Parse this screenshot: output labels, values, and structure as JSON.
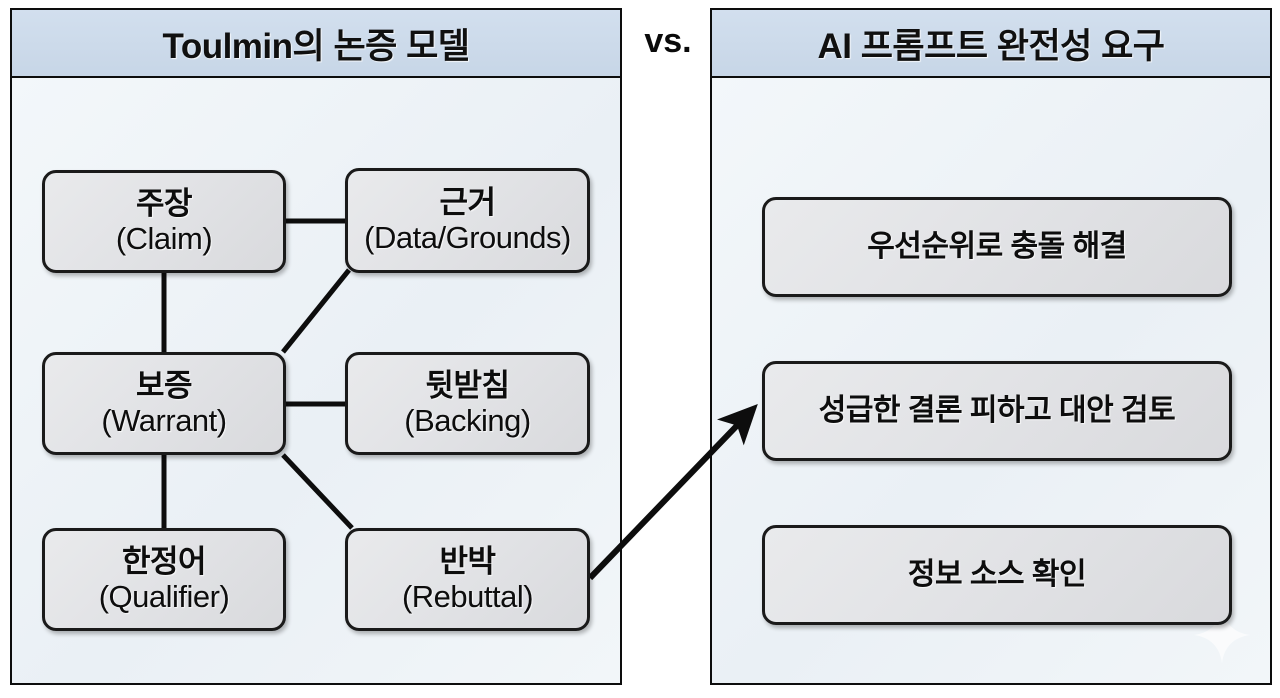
{
  "diagram": {
    "separator_label": "vs.",
    "colors": {
      "panel_header_bg": "#ccd9e8",
      "panel_body_bg": "#eef3f7",
      "node_bg": "#e2e3e6",
      "stroke": "#1a1a1a",
      "text": "#0d0d0d"
    },
    "left_panel": {
      "title": "Toulmin의 논증 모델",
      "nodes": [
        {
          "id": "claim",
          "ko": "주장",
          "en": "(Claim)"
        },
        {
          "id": "data",
          "ko": "근거",
          "en": "(Data/Grounds)"
        },
        {
          "id": "warrant",
          "ko": "보증",
          "en": "(Warrant)"
        },
        {
          "id": "backing",
          "ko": "뒷받침",
          "en": "(Backing)"
        },
        {
          "id": "qualifier",
          "ko": "한정어",
          "en": "(Qualifier)"
        },
        {
          "id": "rebuttal",
          "ko": "반박",
          "en": "(Rebuttal)"
        }
      ]
    },
    "right_panel": {
      "title": "AI 프롬프트 완전성 요구",
      "nodes": [
        {
          "id": "priority",
          "label": "우선순위로 충돌 해결"
        },
        {
          "id": "alternative",
          "label": "성급한 결론 피하고 대안 검토"
        },
        {
          "id": "source",
          "label": "정보 소스 확인"
        }
      ]
    },
    "connections": [
      {
        "from": "claim",
        "to": "data",
        "style": "elbow"
      },
      {
        "from": "claim",
        "to": "warrant",
        "style": "vertical"
      },
      {
        "from": "data",
        "to": "warrant",
        "style": "diagonal"
      },
      {
        "from": "warrant",
        "to": "backing",
        "style": "elbow"
      },
      {
        "from": "warrant",
        "to": "qualifier",
        "style": "vertical"
      },
      {
        "from": "warrant",
        "to": "rebuttal",
        "style": "diagonal"
      },
      {
        "from": "rebuttal",
        "to": "alternative",
        "style": "arrow"
      }
    ]
  }
}
